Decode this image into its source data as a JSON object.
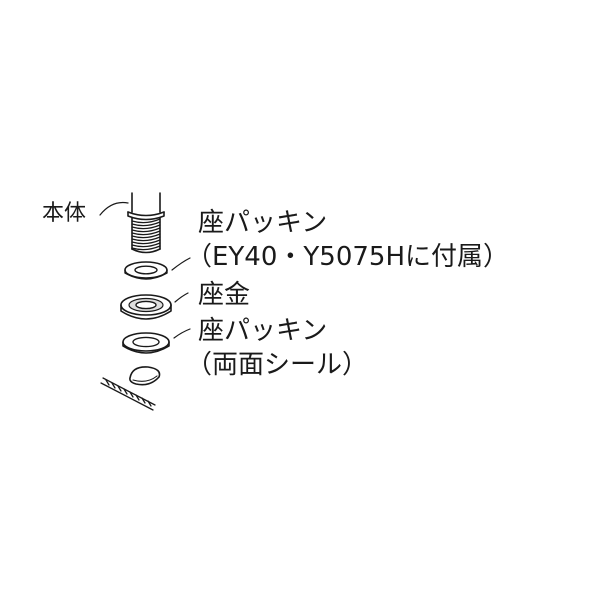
{
  "labels": {
    "body": "本体",
    "seat_packing_1": "座パッキン",
    "seat_packing_1_note": "（EY40・Y5075Hに付属）",
    "seat_washer": "座金",
    "seat_packing_2": "座パッキン",
    "seat_packing_2_note": "（両面シール）"
  },
  "colors": {
    "line": "#1a1a1a",
    "fill": "#ffffff",
    "shade": "#dedede"
  }
}
